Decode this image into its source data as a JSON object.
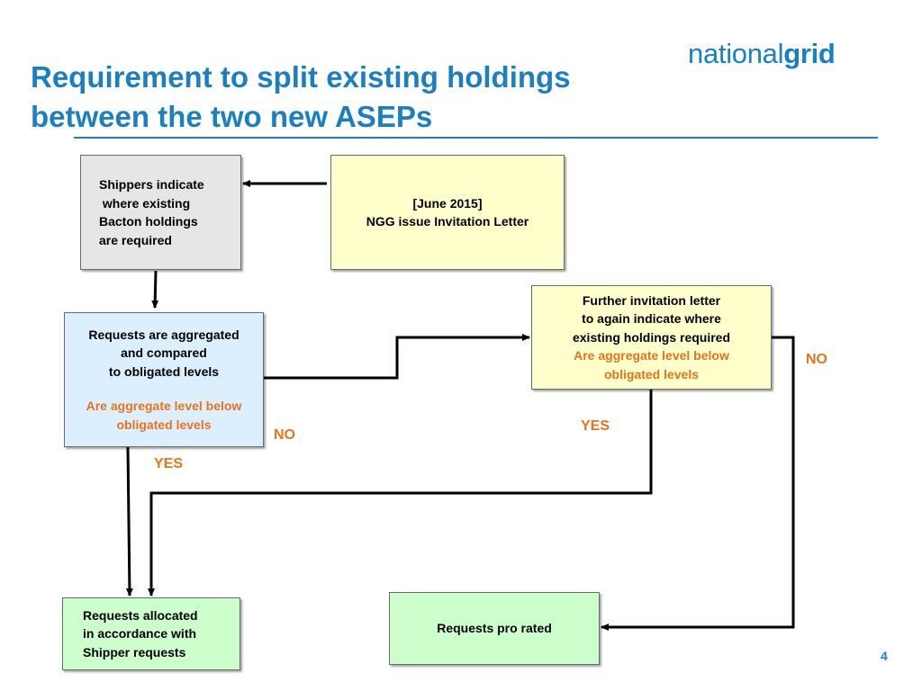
{
  "slide": {
    "title_line1": "Requirement to split existing holdings",
    "title_line2": "between the two new ASEPs",
    "page_number": "4"
  },
  "logo": {
    "part1": "national",
    "part2": "grid"
  },
  "boxes": {
    "shippers": {
      "lines": [
        "Shippers indicate",
        " where existing",
        "Bacton holdings",
        "are required"
      ]
    },
    "invitation": {
      "lines": [
        "[June 2015]",
        "NGG issue Invitation Letter"
      ]
    },
    "aggregated": {
      "lines": [
        "Requests are aggregated",
        "and compared",
        "to obligated levels"
      ],
      "question": [
        "Are aggregate level below",
        "obligated levels"
      ]
    },
    "further": {
      "lines": [
        "Further invitation letter",
        "to again indicate where",
        "existing holdings required"
      ],
      "question": [
        "Are aggregate level below",
        "obligated levels"
      ]
    },
    "allocated": {
      "lines": [
        "Requests allocated",
        "in accordance with",
        "Shipper requests"
      ]
    },
    "prorated": {
      "lines": [
        "Requests pro rated"
      ]
    }
  },
  "labels": {
    "no_left": "NO",
    "yes_left": "YES",
    "yes_right": "YES",
    "no_right": "NO"
  },
  "colors": {
    "title_blue": "#1b7fc4",
    "question_orange": "#e8731a",
    "grey_box": "#e6e6e6",
    "yellow_box": "#ffffcc",
    "blue_box": "#dcefff",
    "green_box": "#ccffcc"
  }
}
